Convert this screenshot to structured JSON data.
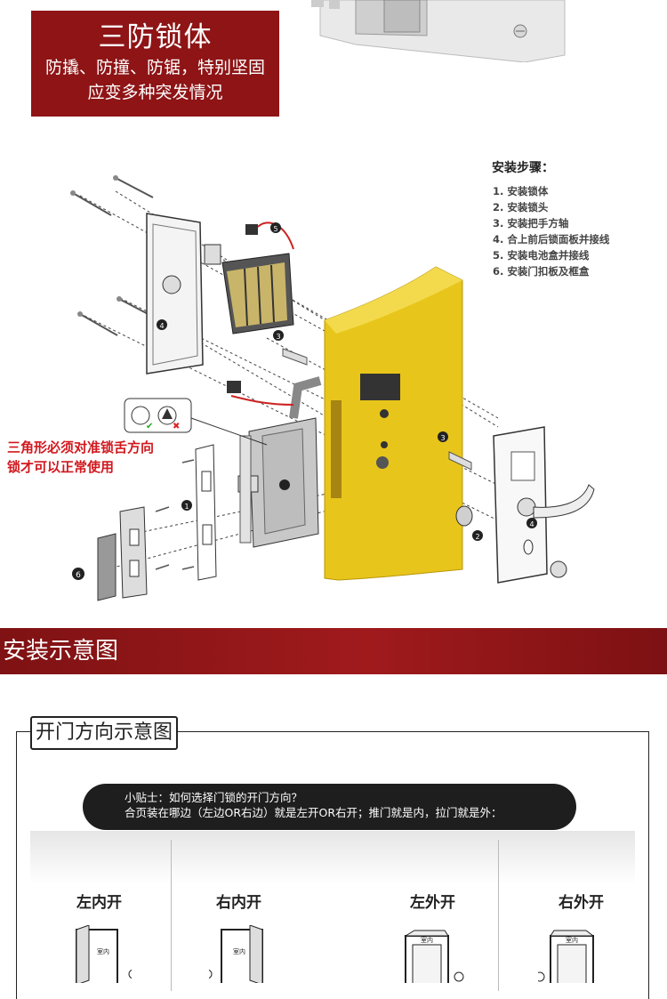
{
  "feature": {
    "title": "三防锁体",
    "line1": "防撬、防撞、防锯，特别坚固",
    "line2": "应变多种突发情况"
  },
  "steps": {
    "title": "安装步骤：",
    "items": [
      "1. 安装锁体",
      "2. 安装锁头",
      "3. 安装把手方轴",
      "4. 合上前后锁面板并接线",
      "5. 安装电池盒并接线",
      "6. 安装门扣板及框盒"
    ]
  },
  "diagram": {
    "callouts": [
      "1",
      "2",
      "3",
      "3",
      "4",
      "4",
      "5",
      "6"
    ],
    "note_line1": "三角形必须对准锁舌方向",
    "note_line2": "锁才可以正常使用"
  },
  "banner": {
    "title": "安装示意图"
  },
  "door": {
    "frame_title": "开门方向示意图",
    "tip_line1": "小贴士：如何选择门锁的开门方向？",
    "tip_line2": "合页装在哪边（左边OR右边）就是左开OR右开；推门就是内，拉门就是外：",
    "options": [
      "左内开",
      "右内开",
      "左外开",
      "右外开"
    ],
    "room_label": "室内"
  },
  "colors": {
    "brand_red": "#8e1416",
    "note_red": "#d1181e",
    "door_gold": "#e8c51a",
    "pill_black": "#1e1e1e"
  }
}
